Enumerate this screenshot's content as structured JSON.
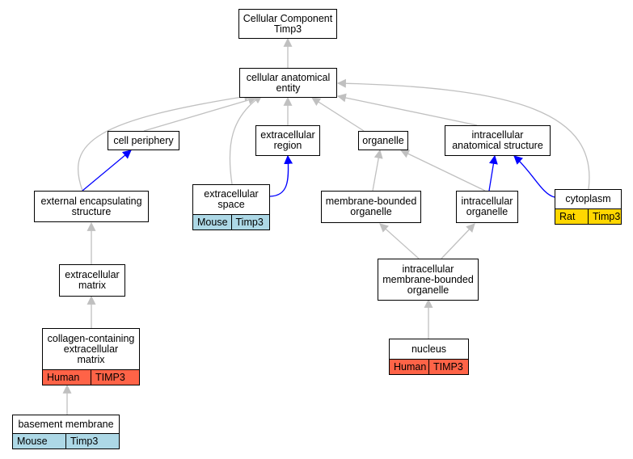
{
  "colors": {
    "mouse": "#add8e6",
    "human": "#ff6347",
    "rat": "#ffd700",
    "edge_is_a": "#c0c0c0",
    "edge_part_of": "#0000ff"
  },
  "nodes": {
    "root": {
      "label": "Cellular Component\nTimp3"
    },
    "cae": {
      "label": "cellular anatomical\nentity"
    },
    "cell_periphery": {
      "label": "cell periphery"
    },
    "extracellular_region": {
      "label": "extracellular\nregion"
    },
    "organelle": {
      "label": "organelle"
    },
    "intracellular_anatomical_structure": {
      "label": "intracellular\nanatomical structure"
    },
    "external_encapsulating_structure": {
      "label": "external encapsulating\nstructure"
    },
    "extracellular_space": {
      "label": "extracellular\nspace",
      "species": "Mouse",
      "gene": "Timp3"
    },
    "membrane_bounded_organelle": {
      "label": "membrane-bounded\norganelle"
    },
    "intracellular_organelle": {
      "label": "intracellular\norganelle"
    },
    "cytoplasm": {
      "label": "cytoplasm",
      "species": "Rat",
      "gene": "Timp3"
    },
    "extracellular_matrix": {
      "label": "extracellular\nmatrix"
    },
    "intracellular_mbo": {
      "label": "intracellular\nmembrane-bounded\norganelle"
    },
    "collagen_ecm": {
      "label": "collagen-containing\nextracellular\nmatrix",
      "species": "Human",
      "gene": "TIMP3"
    },
    "nucleus": {
      "label": "nucleus",
      "species": "Human",
      "gene": "TIMP3"
    },
    "basement_membrane": {
      "label": "basement membrane",
      "species": "Mouse",
      "gene": "Timp3"
    }
  }
}
